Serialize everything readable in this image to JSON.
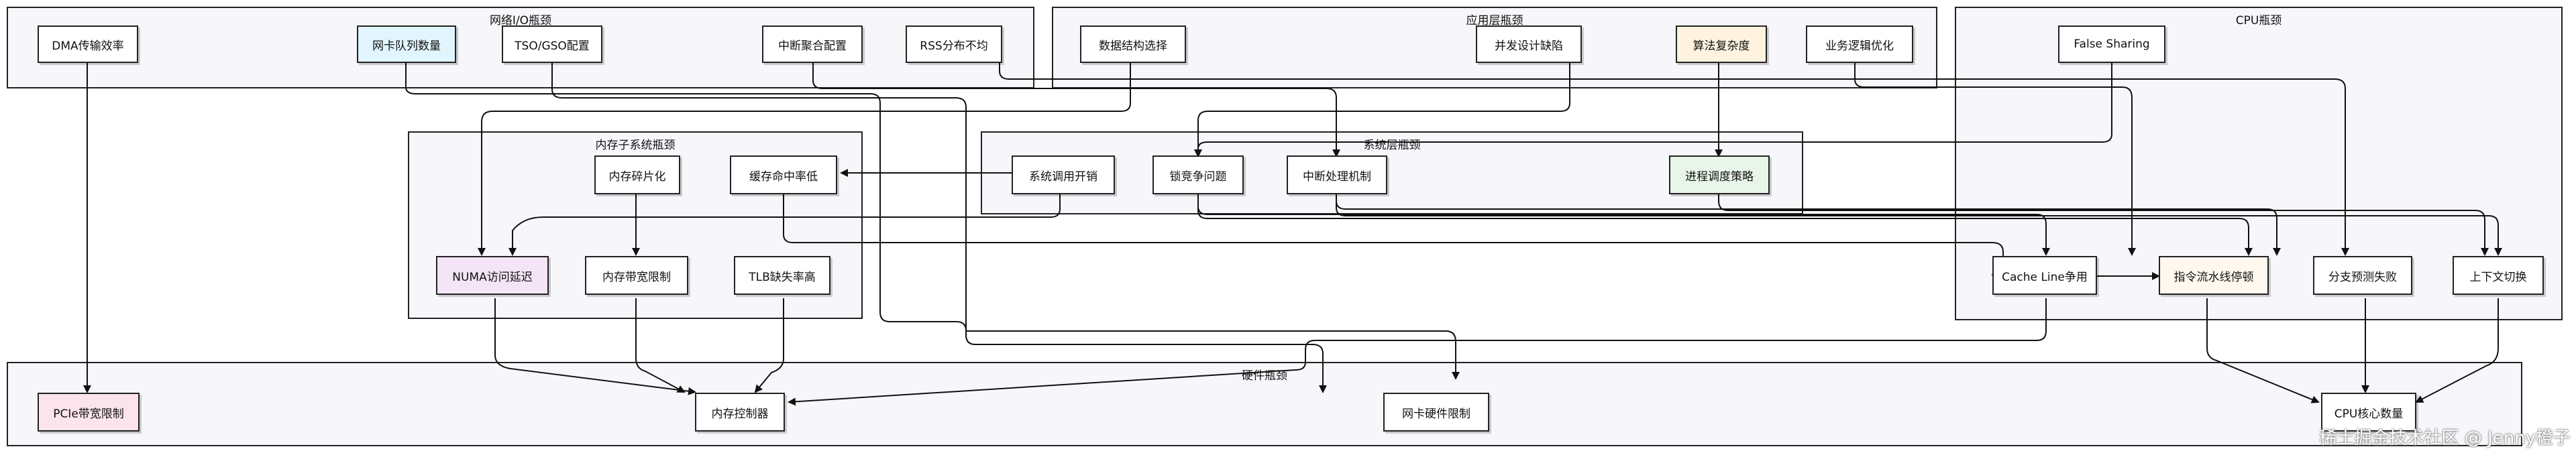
{
  "clusters": {
    "network": "网络I/O瓶颈",
    "app": "应用层瓶颈",
    "cpu": "CPU瓶颈",
    "memory": "内存子系统瓶颈",
    "system": "系统层瓶颈",
    "hardware": "硬件瓶颈"
  },
  "nodes": {
    "dma": "DMA传输效率",
    "nic_queue": "网卡队列数量",
    "tso_gso": "TSO/GSO配置",
    "irq_coalesce": "中断聚合配置",
    "rss": "RSS分布不均",
    "data_struct": "数据结构选择",
    "concurrency": "并发设计缺陷",
    "algorithm": "算法复杂度",
    "business": "业务逻辑优化",
    "false_sharing": "False Sharing",
    "mem_frag": "内存碎片化",
    "cache_hit": "缓存命中率低",
    "syscall": "系统调用开销",
    "lock": "锁竞争问题",
    "irq_mech": "中断处理机制",
    "sched": "进程调度策略",
    "numa": "NUMA访问延迟",
    "mem_bw": "内存带宽限制",
    "tlb": "TLB缺失率高",
    "cacheline": "Cache Line争用",
    "pipeline": "指令流水线停顿",
    "branch": "分支预测失败",
    "ctx_switch": "上下文切换",
    "pcie": "PCIe带宽限制",
    "mem_ctrl": "内存控制器",
    "nic_hw": "网卡硬件限制",
    "cpu_cores": "CPU核心数量"
  },
  "colors": {
    "blue": "#e1f5fe",
    "orange": "#fff3e0",
    "green": "#e8f5e9",
    "purple": "#f3e5f5",
    "pink": "#fce4ec",
    "edge": "#111111"
  },
  "watermark": "稀土掘金技术社区 @ Jenny橙子"
}
